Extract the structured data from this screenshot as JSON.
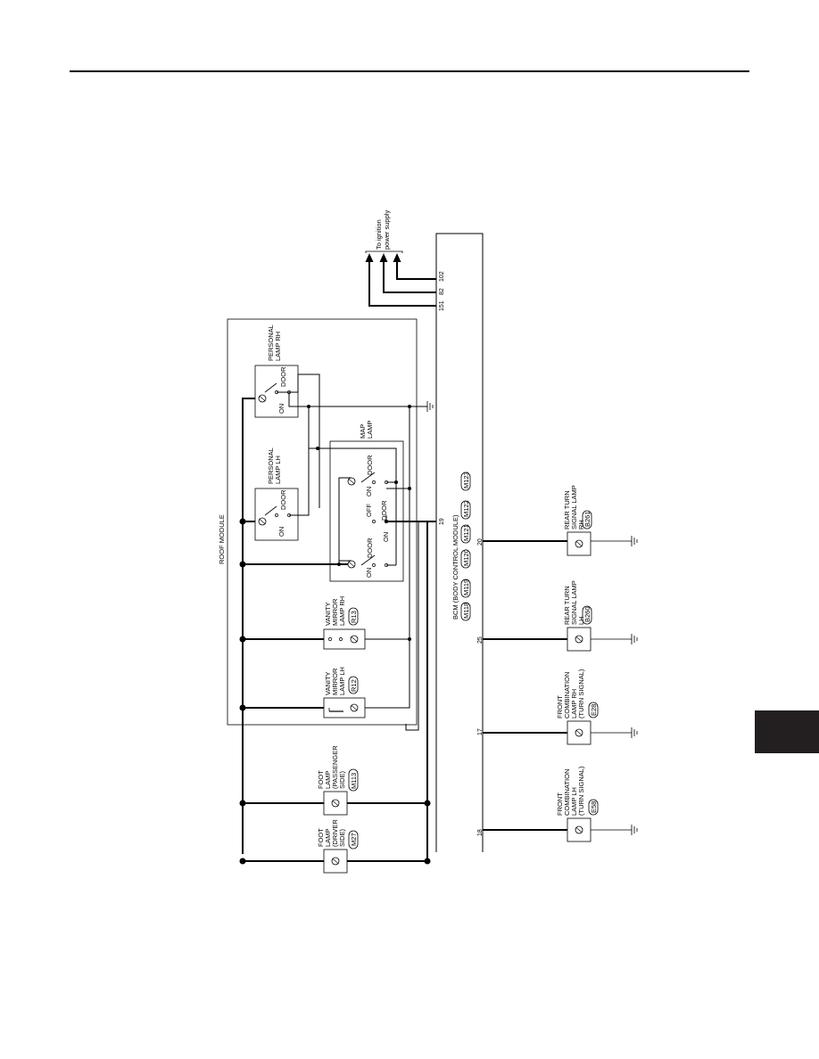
{
  "header": {
    "rule_color": "#000000"
  },
  "side_tab": {
    "color": "#231f20"
  },
  "supply_note": {
    "line1": "To ignition",
    "line2": "power supply"
  },
  "bcm": {
    "title": "BCM (BODY CONTROL MODULE)",
    "connectors": [
      "M118",
      "M119",
      "M120",
      "M121",
      "M122",
      "M123"
    ],
    "top_pins": {
      "p151": "151",
      "p82": "82",
      "p102": "102"
    },
    "pins": {
      "p19": "19",
      "p20": "20",
      "p25": "25",
      "p17": "17",
      "p18": "18"
    }
  },
  "roof_module": {
    "label": "ROOF MODULE"
  },
  "personal_rh": {
    "line1": "PERSONAL",
    "line2": "LAMP RH",
    "door": "DOOR",
    "on": "ON"
  },
  "personal_lh": {
    "line1": "PERSONAL",
    "line2": "LAMP LH",
    "door": "DOOR",
    "on": "ON"
  },
  "map_lamp": {
    "line1": "MAP",
    "line2": "LAMP",
    "door_a": "DOOR",
    "on_a": "ON",
    "off": "OFF",
    "on_mid": "ON",
    "door_b": "DOOR",
    "door_c": "DOOR",
    "on_c": "ON"
  },
  "vanity_rh": {
    "line1": "VANITY",
    "line2": "MIRROR",
    "line3": "LAMP RH",
    "conn": "R13"
  },
  "vanity_lh": {
    "line1": "VANITY",
    "line2": "MIRROR",
    "line3": "LAMP LH",
    "conn": "R12"
  },
  "foot_passenger": {
    "line1": "FOOT",
    "line2": "LAMP",
    "line3": "(PASSENGER",
    "line4": "SIDE)",
    "conn": "M113"
  },
  "foot_driver": {
    "line1": "FOOT",
    "line2": "LAMP",
    "line3": "(DRIVER",
    "line4": "SIDE)",
    "conn": "M27"
  },
  "rear_turn_rh": {
    "line1": "REAR TURN",
    "line2": "SIGNAL LAMP",
    "line3": "RH",
    "conn": "B261"
  },
  "rear_turn_lh": {
    "line1": "REAR TURN",
    "line2": "SIGNAL LAMP",
    "line3": "LH",
    "conn": "B260"
  },
  "front_comb_rh": {
    "line1": "FRONT",
    "line2": "COMBINATION",
    "line3": "LAMP RH",
    "line4": "(TURN SIGNAL)",
    "conn": "E28"
  },
  "front_comb_lh": {
    "line1": "FRONT",
    "line2": "COMBINATION",
    "line3": "LAMP LH",
    "line4": "(TURN SIGNAL)",
    "conn": "E58"
  }
}
